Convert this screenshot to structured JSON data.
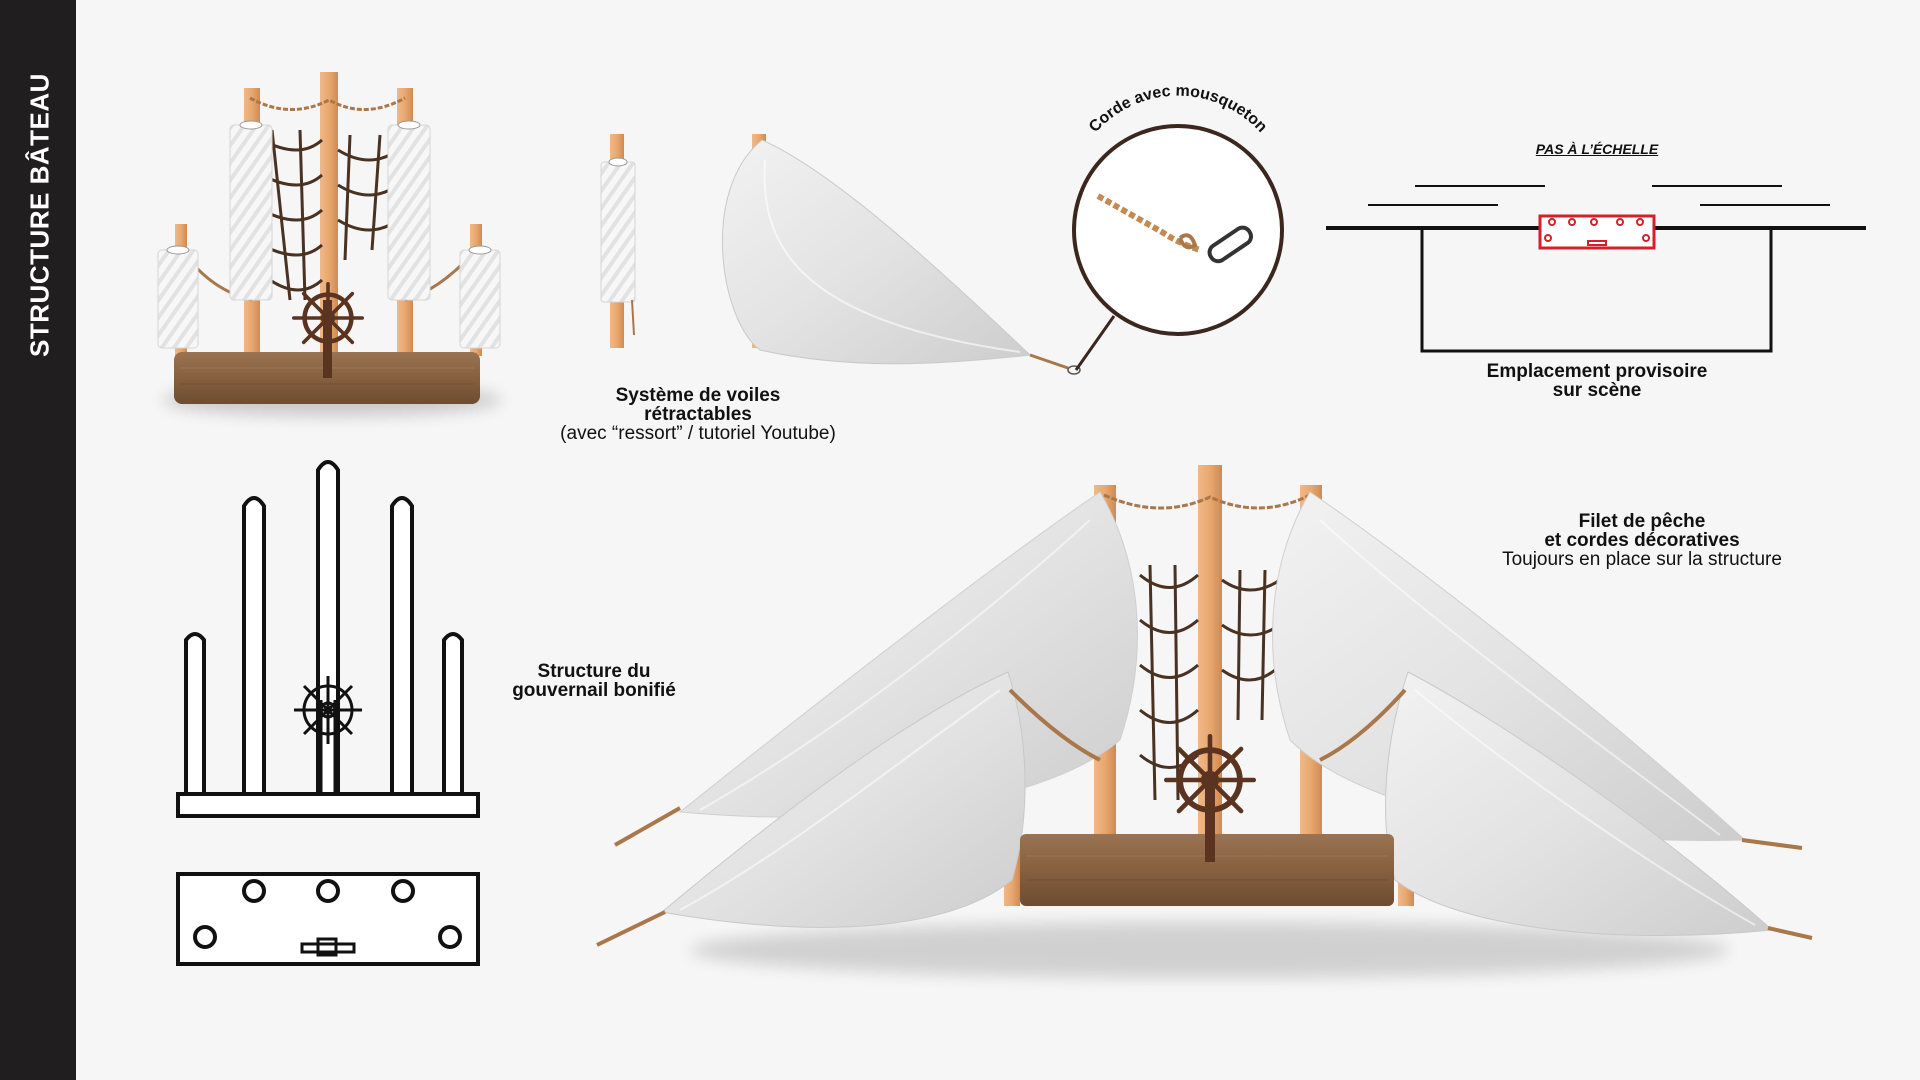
{
  "page": {
    "title": "STRUCTURE BÂTEAU"
  },
  "labels": {
    "retractable": {
      "line1": "Système de voiles",
      "line2": "rétractables",
      "line3": "(avec “ressort” / tutoriel Youtube)"
    },
    "rope": {
      "text": "Corde avec mousqueton"
    },
    "scale_note": {
      "text": "PAS À L’ÉCHELLE"
    },
    "placement": {
      "line1": "Emplacement provisoire",
      "line2": "sur scène"
    },
    "helm": {
      "line1": "Structure du",
      "line2": "gouvernail bonifié"
    },
    "net": {
      "line1": "Filet de pêche",
      "line2": "et cordes décoratives",
      "line3": "Toujours en place sur la structure"
    }
  },
  "colors": {
    "sidebar": "#201e1f",
    "wood": "#e3a574",
    "deck": "#8a6446",
    "rope": "#a9774a",
    "net": "#4a3222",
    "placement_box": "#d4202a"
  },
  "icons": [
    "ship-wheel-icon",
    "carabiner-icon"
  ]
}
